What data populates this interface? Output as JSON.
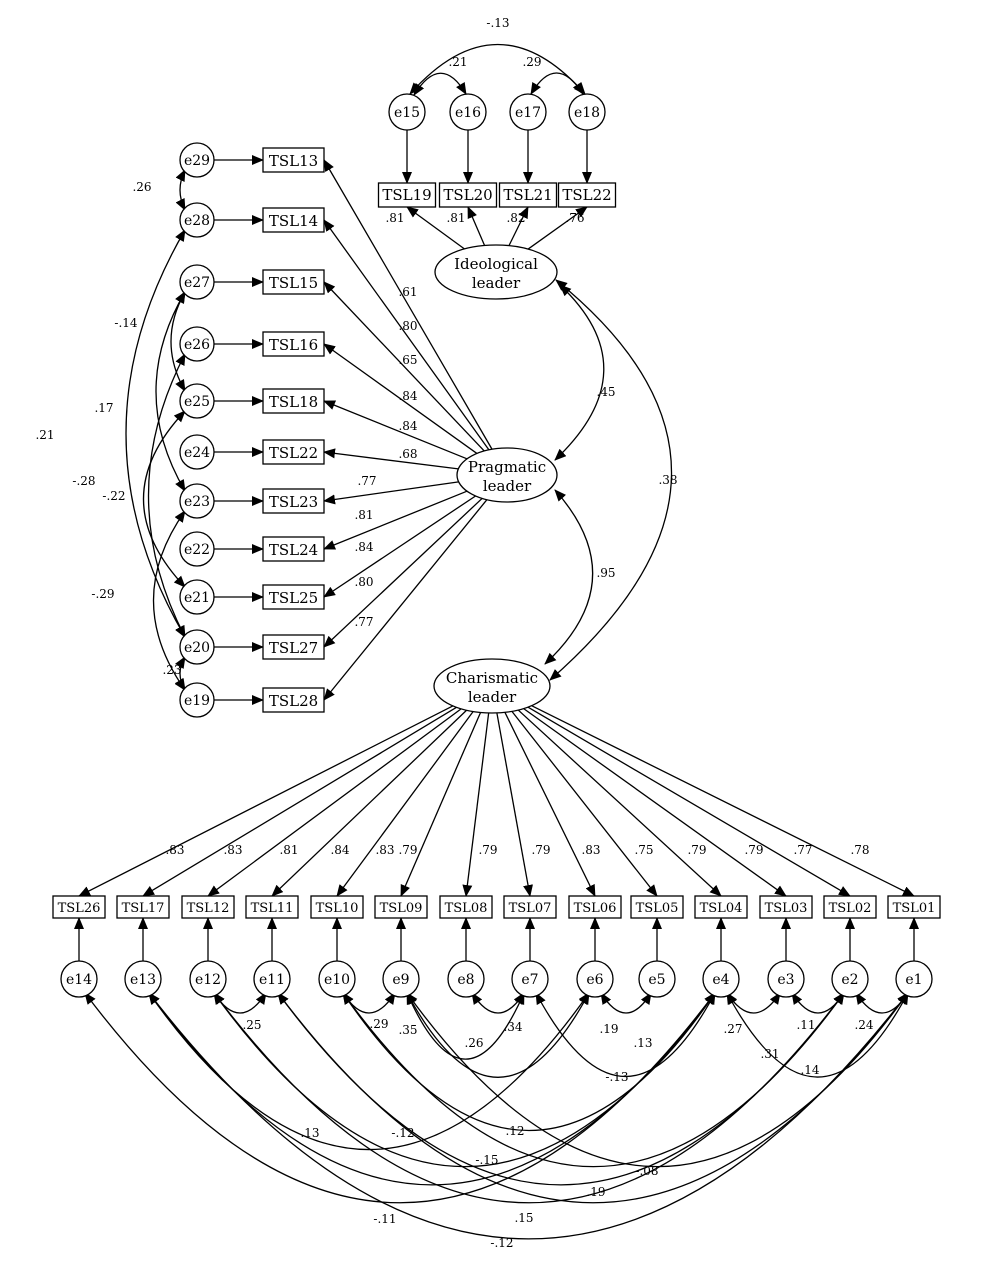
{
  "latents": {
    "ideological": {
      "line1": "Ideological",
      "line2": "leader"
    },
    "pragmatic": {
      "line1": "Pragmatic",
      "line2": "leader"
    },
    "charismatic": {
      "line1": "Charismatic",
      "line2": "leader"
    }
  },
  "latent_correlations": {
    "ideological_pragmatic": ".45",
    "pragmatic_charismatic": ".95",
    "ideological_charismatic": ".38"
  },
  "ideological_items": [
    {
      "indicator": "TSL19",
      "error": "e15",
      "loading": ".81"
    },
    {
      "indicator": "TSL20",
      "error": "e16",
      "loading": ".81"
    },
    {
      "indicator": "TSL21",
      "error": "e17",
      "loading": ".82"
    },
    {
      "indicator": "TSL22",
      "error": "e18",
      "loading": ".76"
    }
  ],
  "ideological_error_covariances": [
    {
      "from": "e15",
      "to": "e16",
      "value": ".21"
    },
    {
      "from": "e17",
      "to": "e18",
      "value": ".29"
    },
    {
      "from": "e15",
      "to": "e18",
      "value": "-.13"
    }
  ],
  "pragmatic_items": [
    {
      "indicator": "TSL13",
      "error": "e29",
      "loading": ".61"
    },
    {
      "indicator": "TSL14",
      "error": "e28",
      "loading": ".80"
    },
    {
      "indicator": "TSL15",
      "error": "e27",
      "loading": ".65"
    },
    {
      "indicator": "TSL16",
      "error": "e26",
      "loading": ".84"
    },
    {
      "indicator": "TSL18",
      "error": "e25",
      "loading": ".84"
    },
    {
      "indicator": "TSL22",
      "error": "e24",
      "loading": ".68"
    },
    {
      "indicator": "TSL23",
      "error": "e23",
      "loading": ".77"
    },
    {
      "indicator": "TSL24",
      "error": "e22",
      "loading": ".81"
    },
    {
      "indicator": "TSL25",
      "error": "e21",
      "loading": ".84"
    },
    {
      "indicator": "TSL27",
      "error": "e20",
      "loading": ".80"
    },
    {
      "indicator": "TSL28",
      "error": "e19",
      "loading": ".77"
    }
  ],
  "pragmatic_error_covariances": [
    {
      "from": "e29",
      "to": "e28",
      "value": ".26"
    },
    {
      "from": "e28",
      "to": "e20",
      "value": ".21"
    },
    {
      "from": "e27",
      "to": "e25",
      "value": "-.14"
    },
    {
      "from": "e27",
      "to": "e23",
      "value": ".17"
    },
    {
      "from": "e26",
      "to": "e20",
      "value": "-.28"
    },
    {
      "from": "e25",
      "to": "e21",
      "value": "-.22"
    },
    {
      "from": "e23",
      "to": "e19",
      "value": "-.29"
    },
    {
      "from": "e20",
      "to": "e19",
      "value": ".23"
    }
  ],
  "charismatic_items": [
    {
      "indicator": "TSL26",
      "error": "e14",
      "loading": ".83"
    },
    {
      "indicator": "TSL17",
      "error": "e13",
      "loading": ".83"
    },
    {
      "indicator": "TSL12",
      "error": "e12",
      "loading": ".81"
    },
    {
      "indicator": "TSL11",
      "error": "e11",
      "loading": ".84"
    },
    {
      "indicator": "TSL10",
      "error": "e10",
      "loading": ".83"
    },
    {
      "indicator": "TSL09",
      "error": "e9",
      "loading": ".79"
    },
    {
      "indicator": "TSL08",
      "error": "e8",
      "loading": ".79"
    },
    {
      "indicator": "TSL07",
      "error": "e7",
      "loading": ".79"
    },
    {
      "indicator": "TSL06",
      "error": "e6",
      "loading": ".83"
    },
    {
      "indicator": "TSL05",
      "error": "e5",
      "loading": ".75"
    },
    {
      "indicator": "TSL04",
      "error": "e4",
      "loading": ".79"
    },
    {
      "indicator": "TSL03",
      "error": "e3",
      "loading": ".79"
    },
    {
      "indicator": "TSL02",
      "error": "e2",
      "loading": ".77"
    },
    {
      "indicator": "TSL01",
      "error": "e1",
      "loading": ".78"
    }
  ],
  "charismatic_error_covariances": [
    {
      "from": "e12",
      "to": "e11",
      "value": ".25"
    },
    {
      "from": "e10",
      "to": "e9",
      "value": ".29"
    },
    {
      "from": "e9",
      "to": "e7",
      "value": ".35"
    },
    {
      "from": "e8",
      "to": "e7",
      "value": ".34"
    },
    {
      "from": "e9",
      "to": "e6",
      "value": ".26"
    },
    {
      "from": "e6",
      "to": "e5",
      "value": ".19"
    },
    {
      "from": "e7",
      "to": "e4",
      "value": ".13"
    },
    {
      "from": "e4",
      "to": "e3",
      "value": ".27"
    },
    {
      "from": "e3",
      "to": "e2",
      "value": ".11"
    },
    {
      "from": "e2",
      "to": "e1",
      "value": ".24"
    },
    {
      "from": "e4",
      "to": "e1",
      "value": ".31"
    },
    {
      "from": "e12",
      "to": "e4",
      "value": "-.13"
    },
    {
      "from": "e13",
      "to": "e6",
      "value": "-.12"
    },
    {
      "from": "e10",
      "to": "e2",
      "value": ".12"
    },
    {
      "from": "e11",
      "to": "e1",
      "value": ".14"
    },
    {
      "from": "e13",
      "to": "e4",
      "value": ".13"
    },
    {
      "from": "e10",
      "to": "e4",
      "value": "-.15"
    },
    {
      "from": "e9",
      "to": "e1",
      "value": "-.08"
    },
    {
      "from": "e12",
      "to": "e2",
      "value": ".19"
    },
    {
      "from": "e14",
      "to": "e4",
      "value": "-.11"
    },
    {
      "from": "e11",
      "to": "e2",
      "value": ".15"
    },
    {
      "from": "e13",
      "to": "e1",
      "value": "-.12"
    }
  ]
}
